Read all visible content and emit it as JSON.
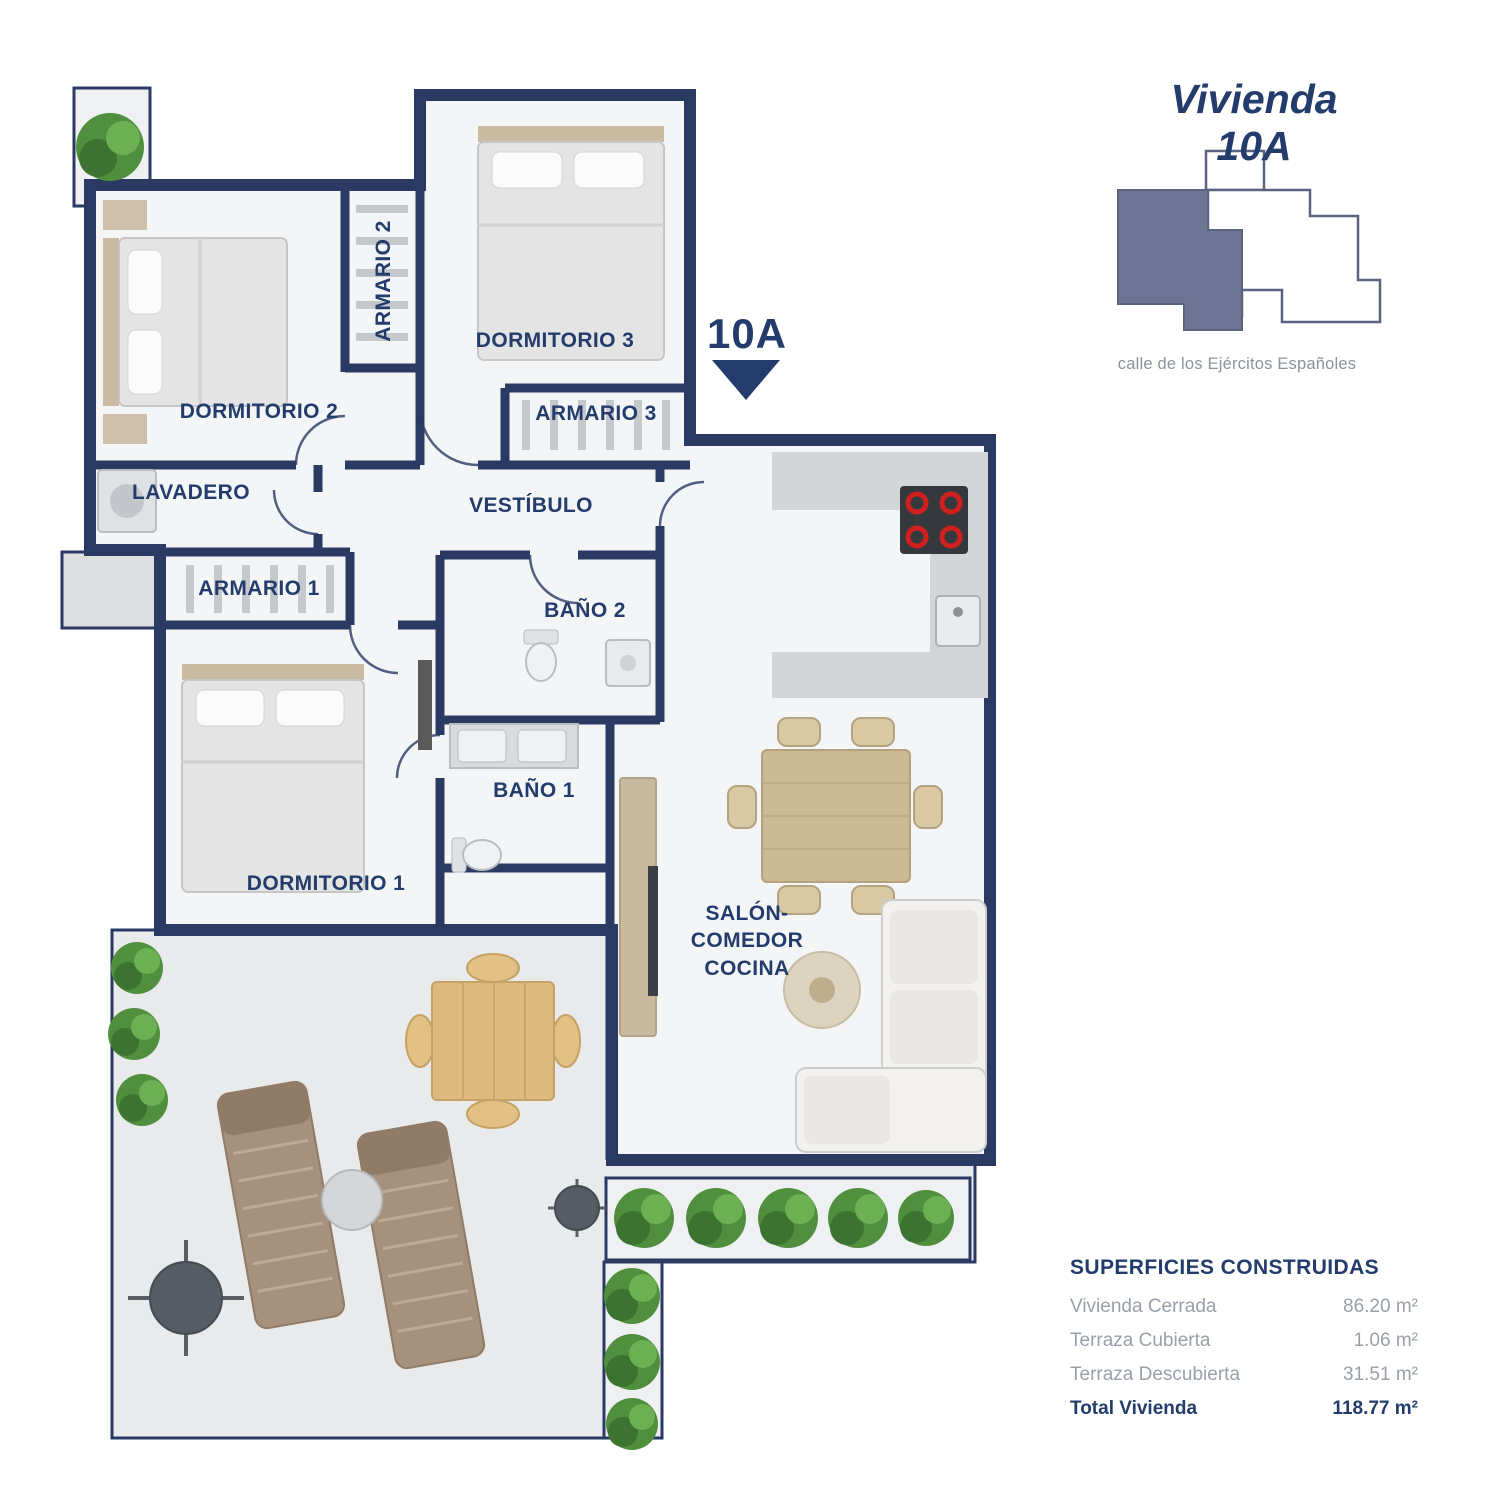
{
  "title": "Vivienda 10A",
  "street": "calle de los Ejércitos Españoles",
  "unit_callout": "10A",
  "rooms": {
    "dormitorio1": "DORMITORIO 1",
    "dormitorio2": "DORMITORIO 2",
    "dormitorio3": "DORMITORIO 3",
    "armario1": "ARMARIO 1",
    "armario2": "ARMARIO 2",
    "armario3": "ARMARIO 3",
    "lavadero": "LAVADERO",
    "vestibulo": "VESTÍBULO",
    "bano1": "BAÑO 1",
    "bano2": "BAÑO 2",
    "salon_line1": "SALÓN-",
    "salon_line2": "COMEDOR",
    "salon_line3": "COCINA"
  },
  "areas": {
    "heading": "SUPERFICIES CONSTRUIDAS",
    "rows": [
      {
        "label": "Vivienda Cerrada",
        "value": "86.20 m²"
      },
      {
        "label": "Terraza Cubierta",
        "value": "1.06 m²"
      },
      {
        "label": "Terraza Descubierta",
        "value": "31.51 m²"
      },
      {
        "label": "Total Vivienda",
        "value": "118.77 m²"
      }
    ]
  },
  "colors": {
    "wall": "#2b3a63",
    "accent_text": "#243c6b",
    "muted_text": "#99a0aa",
    "keyplan_unit_fill": "#6e7494",
    "plant_green": "#4f8f3e",
    "burner_red": "#cf2020"
  }
}
